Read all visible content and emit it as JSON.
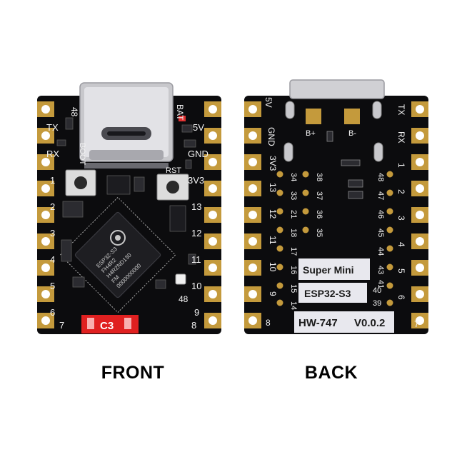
{
  "labels": {
    "front": "FRONT",
    "back": "BACK"
  },
  "front": {
    "left_pins": [
      "TX",
      "RX",
      "1",
      "2",
      "3",
      "4",
      "5",
      "6",
      "7"
    ],
    "right_pins": [
      "5V",
      "GND",
      "3V3",
      "13",
      "12",
      "11",
      "10",
      "9",
      "8"
    ],
    "top_left": "48",
    "top_right": "BAT",
    "boot": "BOOT",
    "rst": "RST",
    "chip": [
      "ESP32-S3",
      "FH4R2",
      "H4R2ND130",
      "FM",
      "0000000000"
    ],
    "led_label": "48",
    "c3_label": "C3"
  },
  "back": {
    "left_pins": [
      "5V",
      "GND",
      "3V3",
      "13",
      "12",
      "11",
      "10",
      "9",
      "8"
    ],
    "right_pins": [
      "TX",
      "RX",
      "1",
      "2",
      "3",
      "4",
      "5",
      "6",
      "7"
    ],
    "b_plus": "B+",
    "b_minus": "B-",
    "inner_col1": [
      "34",
      "33",
      "21",
      "18",
      "17",
      "16",
      "15",
      "14"
    ],
    "inner_col2": [
      "38",
      "37",
      "36",
      "35"
    ],
    "inner_right": [
      "48",
      "47",
      "46",
      "45",
      "44",
      "43",
      "41",
      "40",
      "39"
    ],
    "super_mini": "Super Mini",
    "esp_name": "ESP32-S3",
    "model": "HW-747",
    "version": "V0.0.2"
  },
  "colors": {
    "pcb": "#0c0c0e",
    "gold": "#c49a3c",
    "silk": "#f4f4f4",
    "usb": "#c8c8cc"
  }
}
